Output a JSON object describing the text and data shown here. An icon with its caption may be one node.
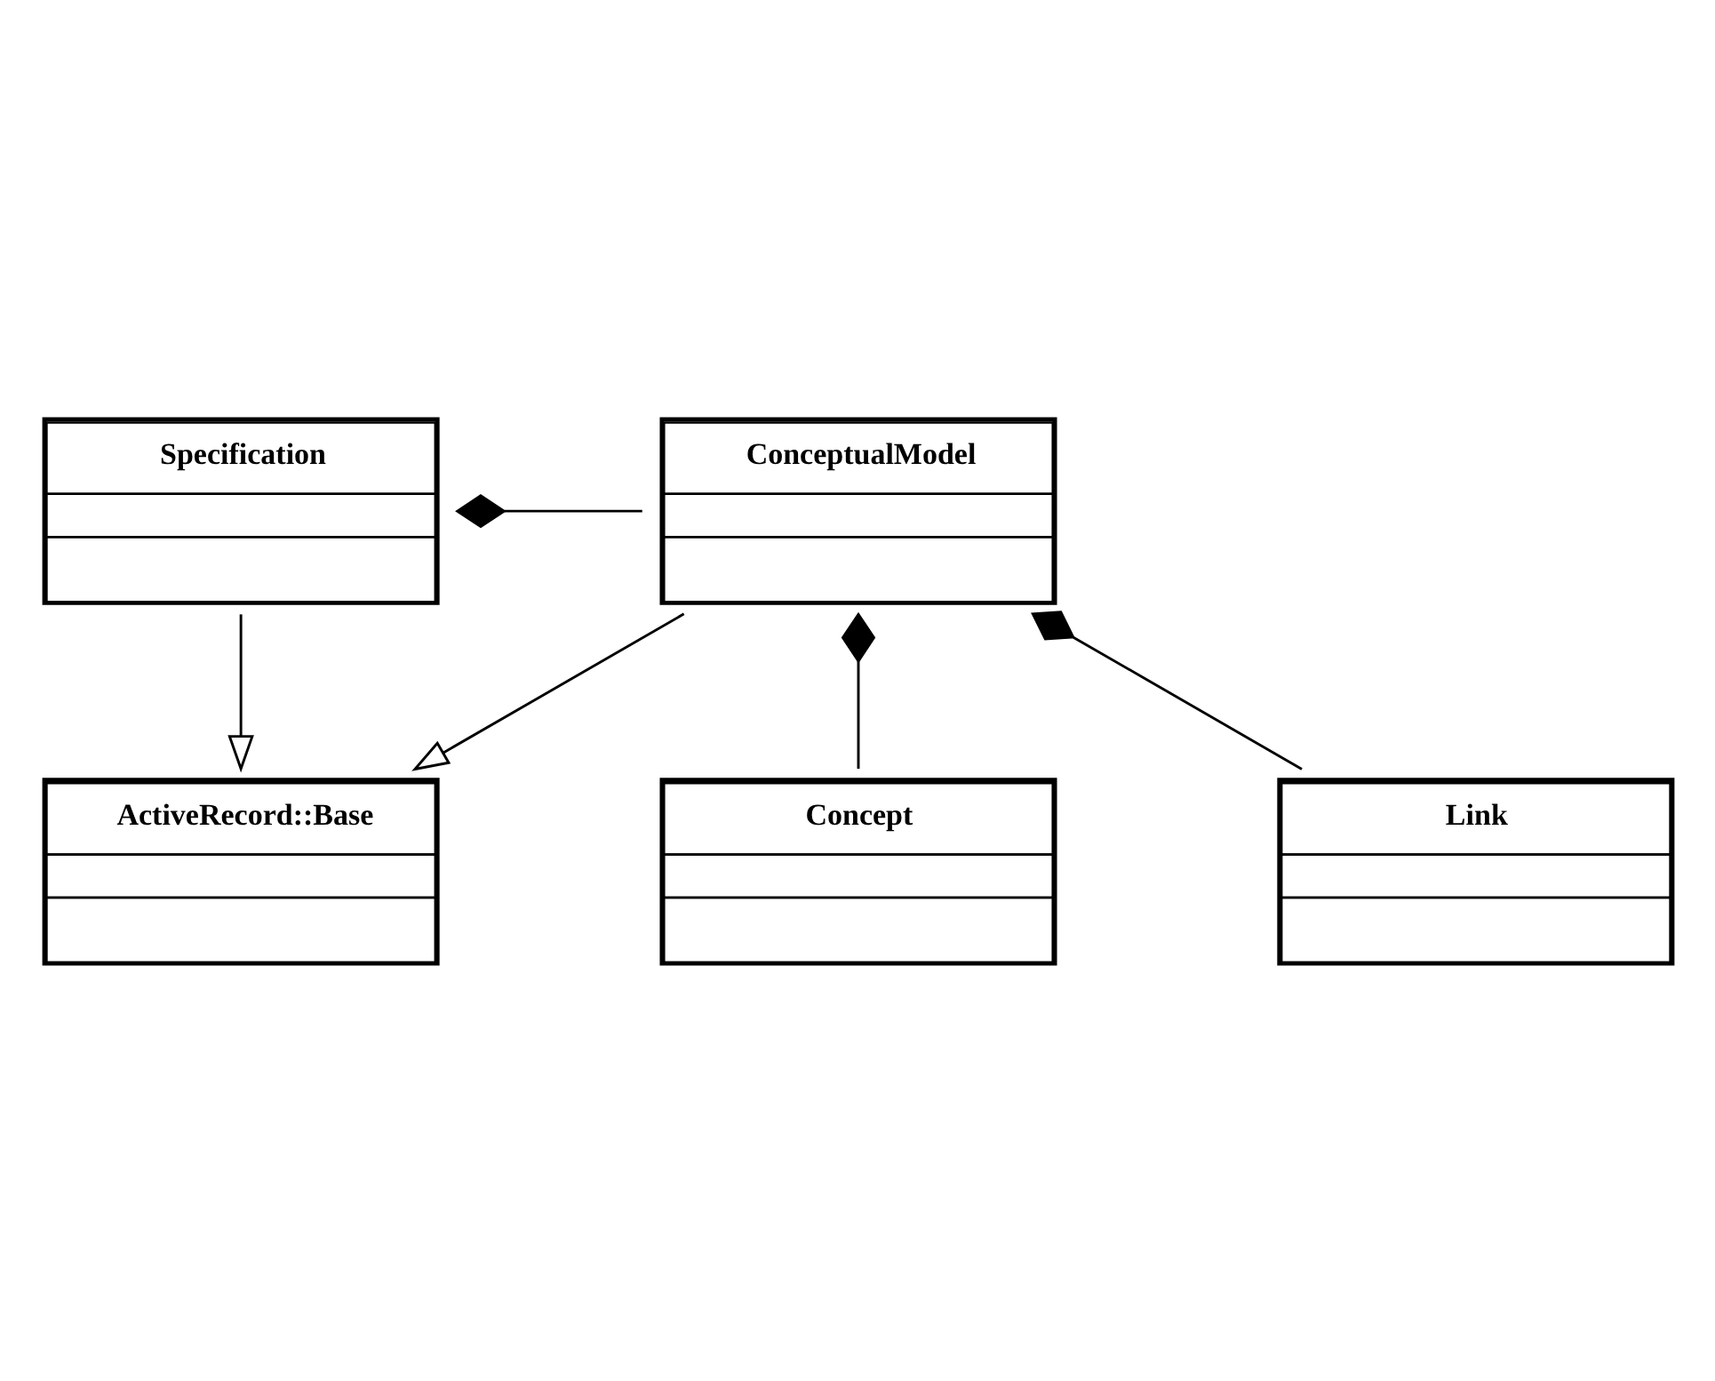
{
  "diagram": {
    "nodes": [
      {
        "text": [
          "ActiveRecord::Base"
        ]
      },
      {
        "text": [
          "Specification"
        ]
      },
      {
        "text": [
          "ConceptualModel"
        ]
      },
      {
        "text": [
          "Concept"
        ]
      },
      {
        "text": [
          "Link"
        ]
      }
    ],
    "edges": [
      {
        "from": 1,
        "to": 0,
        "arrow": "to"
      },
      {
        "from": 2,
        "to": 0,
        "arrow": "to"
      },
      {
        "from": 1,
        "to": 2,
        "arrow": "other"
      },
      {
        "from": 2,
        "to": 3,
        "arrow": "other"
      },
      {
        "from": 2,
        "to": 4,
        "arrow": "other"
      }
    ]
  }
}
